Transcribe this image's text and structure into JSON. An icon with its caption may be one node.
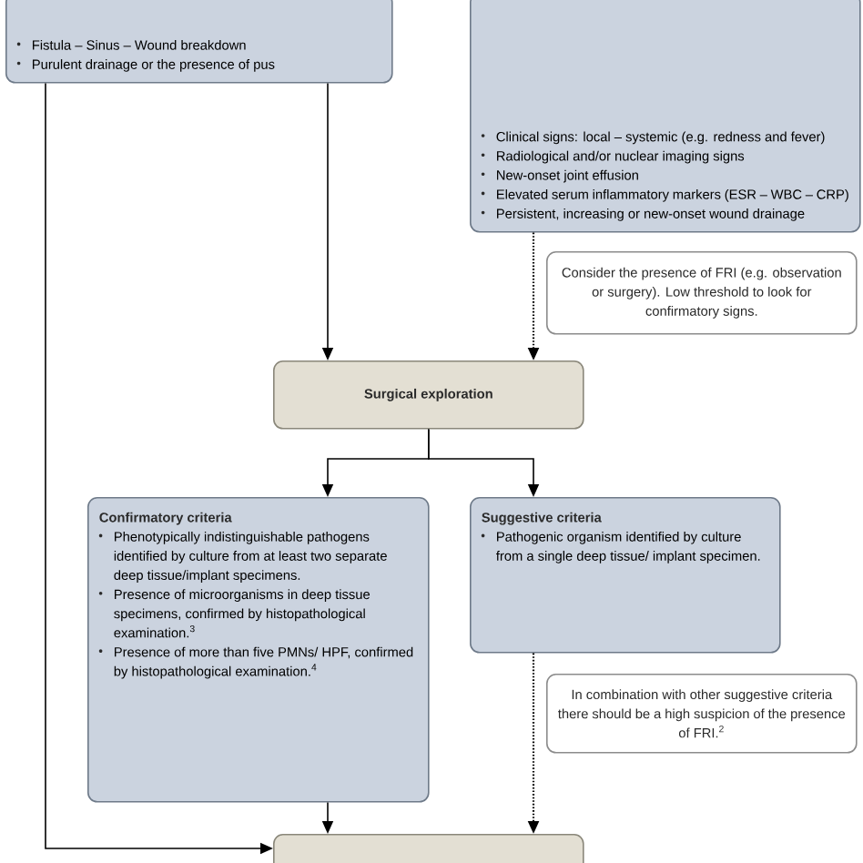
{
  "diagram": {
    "nodes": [
      {
        "text": [
          "Fistula – Sinus – Wound breakdown",
          "Purulent drainage or the presence of pus"
        ]
      },
      {
        "text": [
          "Clinical signs: local – systemic (e.g. redness and fever)",
          "Radiological and/or nuclear imaging signs",
          "New-onset joint effusion",
          "Elevated serum inflammatory markers (ESR – WBC – CRP)",
          "Persistent, increasing or new-onset wound drainage"
        ]
      },
      {
        "text": [
          "Consider the presence of FRI (e.g. observation or surgery). Low threshold to look for confirmatory signs."
        ]
      },
      {
        "text": [
          "Surgical exploration"
        ]
      },
      {
        "text": [
          "Confirmatory criteria",
          "Phenotypically indistinguishable pathogens identified by culture from at least two separate deep tissue/implant specimens.",
          "Presence of microorganisms in deep tissue specimens, confirmed by histopathological examination.$^{3}$",
          "Presence of more than five PMNs/ HPF, confirmed by histopathological examination.$^{4}$"
        ]
      },
      {
        "text": [
          "Suggestive criteria",
          "Pathogenic organism identified by culture from a single deep tissue/ implant specimen."
        ]
      },
      {
        "text": [
          "In combination with other suggestive criteria there should be a high suspicion of the presence of FRI.$^{2}$"
        ]
      },
      {
        "text": [],
        "shape": "box"
      }
    ],
    "edges": [
      {
        "from": 0,
        "to": 3,
        "arrow": "to"
      },
      {
        "from": 0,
        "to": 7,
        "arrow": "to"
      },
      {
        "from": 1,
        "to": 3,
        "arrow": "to",
        "style": "dashed"
      },
      {
        "from": 3,
        "to": 4,
        "arrow": "to"
      },
      {
        "from": 3,
        "to": 5,
        "arrow": "to"
      },
      {
        "from": 4,
        "to": 7,
        "arrow": "to"
      },
      {
        "from": 5,
        "to": 7,
        "arrow": "to",
        "style": "dashed"
      }
    ]
  }
}
